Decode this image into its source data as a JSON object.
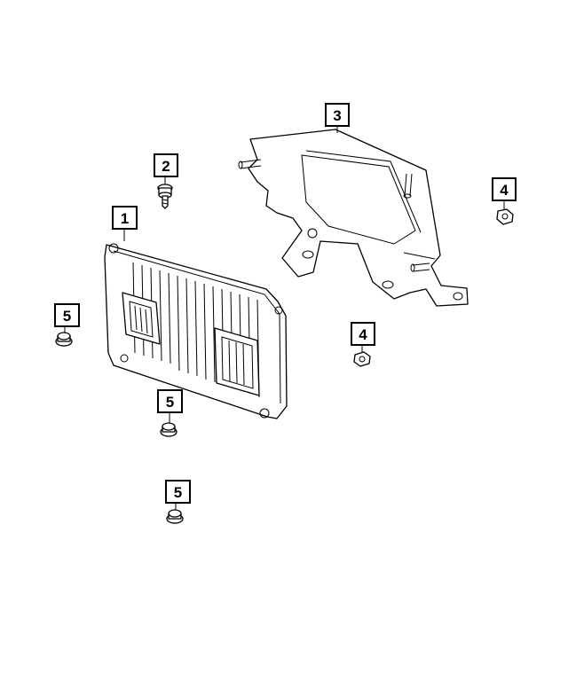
{
  "callouts": [
    {
      "id": "ecm",
      "label": "1"
    },
    {
      "id": "bolt",
      "label": "2"
    },
    {
      "id": "bracket",
      "label": "3"
    },
    {
      "id": "nut-upper",
      "label": "4"
    },
    {
      "id": "nut-lower",
      "label": "4"
    },
    {
      "id": "fastener-left",
      "label": "5"
    },
    {
      "id": "fastener-middle",
      "label": "5"
    },
    {
      "id": "fastener-bottom",
      "label": "5"
    }
  ]
}
